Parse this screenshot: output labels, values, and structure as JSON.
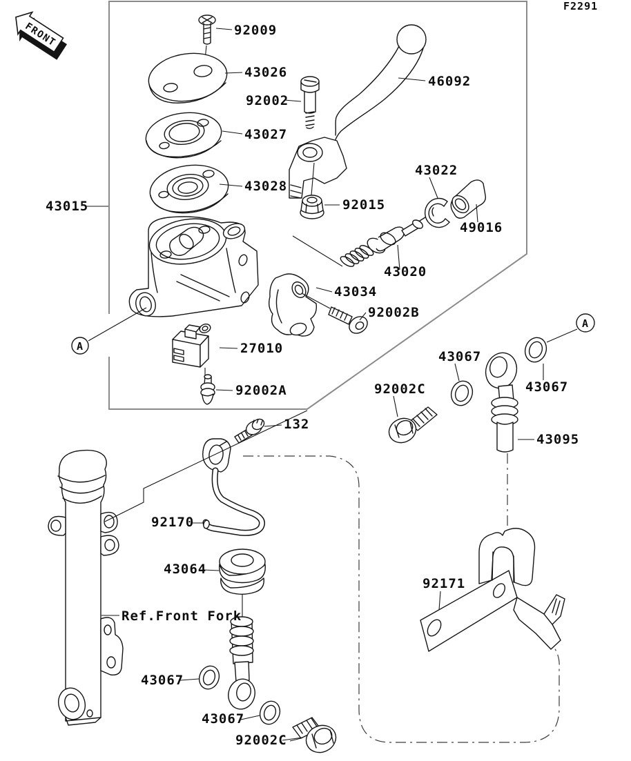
{
  "document": {
    "code": "F2291",
    "front_marker": "FRONT",
    "view_marker": "A"
  },
  "parts": [
    {
      "label": "92009"
    },
    {
      "label": "43026"
    },
    {
      "label": "92002"
    },
    {
      "label": "43027"
    },
    {
      "label": "46092"
    },
    {
      "label": "43022"
    },
    {
      "label": "49016"
    },
    {
      "label": "92015"
    },
    {
      "label": "43015"
    },
    {
      "label": "43028"
    },
    {
      "label": "43020"
    },
    {
      "label": "43034"
    },
    {
      "label": "92002B"
    },
    {
      "label": "27010"
    },
    {
      "label": "92002A"
    },
    {
      "label": "43067"
    },
    {
      "label": "92002C"
    },
    {
      "label": "43067"
    },
    {
      "label": "43095"
    },
    {
      "label": "132"
    },
    {
      "label": "92170"
    },
    {
      "label": "43064"
    },
    {
      "label": "92171"
    },
    {
      "label": "Ref.Front Fork"
    },
    {
      "label": "43067"
    },
    {
      "label": "43067"
    },
    {
      "label": "92002C"
    }
  ]
}
